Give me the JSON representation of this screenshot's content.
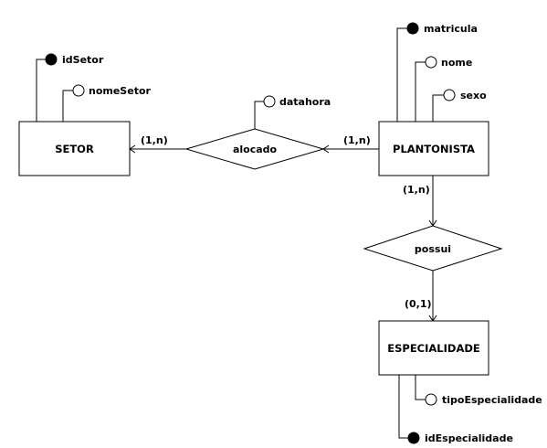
{
  "entities": {
    "setor": "SETOR",
    "plantonista": "PLANTONISTA",
    "especialidade": "ESPECIALIDADE"
  },
  "relationships": {
    "alocado": "alocado",
    "possui": "possui"
  },
  "attributes": {
    "idSetor": "idSetor",
    "nomeSetor": "nomeSetor",
    "datahora": "datahora",
    "matricula": "matricula",
    "nome": "nome",
    "sexo": "sexo",
    "tipoEspecialidade": "tipoEspecialidade",
    "idEspecialidade": "idEspecialidade"
  },
  "cardinalities": {
    "setor_alocado": "(1,n)",
    "plantonista_alocado": "(1,n)",
    "plantonista_possui": "(1,n)",
    "especialidade_possui": "(0,1)"
  },
  "colors": {
    "stroke": "#000000",
    "fill": "#ffffff",
    "key_attribute": "#000000"
  }
}
